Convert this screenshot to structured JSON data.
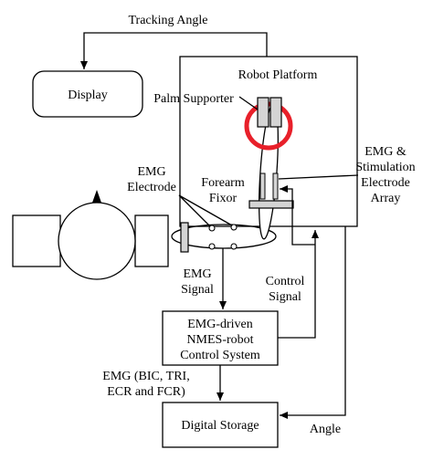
{
  "labels": {
    "tracking_angle": "Tracking Angle",
    "display": "Display",
    "robot_platform": "Robot Platform",
    "palm_supporter": "Palm Supporter",
    "emg_stim_line1": "EMG &",
    "emg_stim_line2": "Stimulation",
    "emg_stim_line3": "Electrode",
    "emg_stim_line4": "Array",
    "emg_electrode_line1": "EMG",
    "emg_electrode_line2": "Electrode",
    "forearm_line1": "Forearm",
    "forearm_line2": "Fixor",
    "emg_signal_line1": "EMG",
    "emg_signal_line2": "Signal",
    "control_signal_line1": "Control",
    "control_signal_line2": "Signal",
    "control_system_line1": "EMG-driven",
    "control_system_line2": "NMES-robot",
    "control_system_line3": "Control System",
    "emg_channels_line1": "EMG (BIC, TRI,",
    "emg_channels_line2": "ECR and FCR)",
    "digital_storage": "Digital Storage",
    "angle": "Angle"
  },
  "colors": {
    "ring": "#e8202a",
    "part_fill": "#d4d4d4",
    "line": "#000000"
  }
}
